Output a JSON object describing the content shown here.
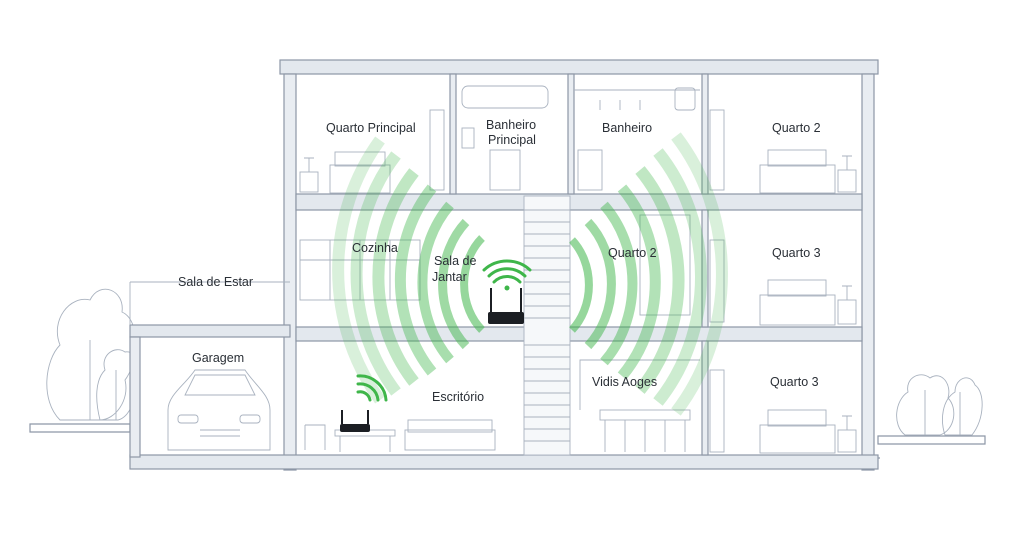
{
  "rooms": {
    "quarto_principal": "Quarto Principal",
    "banheiro_principal_l1": "Banheiro",
    "banheiro_principal_l2": "Principal",
    "banheiro": "Banheiro",
    "quarto_2_top": "Quarto 2",
    "cozinha": "Cozinha",
    "sala_jantar_l1": "Sala de",
    "sala_jantar_l2": "Jantar",
    "quarto_2_mid": "Quarto 2",
    "quarto_3_mid": "Quarto 3",
    "sala_de_estar": "Sala de Estar",
    "garagem": "Garagem",
    "escritorio": "Escritório",
    "vidis_aoges": "Vidis Aoges",
    "quarto_3_bottom": "Quarto 3"
  },
  "colors": {
    "wifi_green": "#3fb64a",
    "wall_line": "#8d97a6",
    "router_black": "#1c1f24"
  },
  "icons": {
    "router_main": "wifi-router-icon",
    "router_secondary": "wifi-router-icon"
  }
}
